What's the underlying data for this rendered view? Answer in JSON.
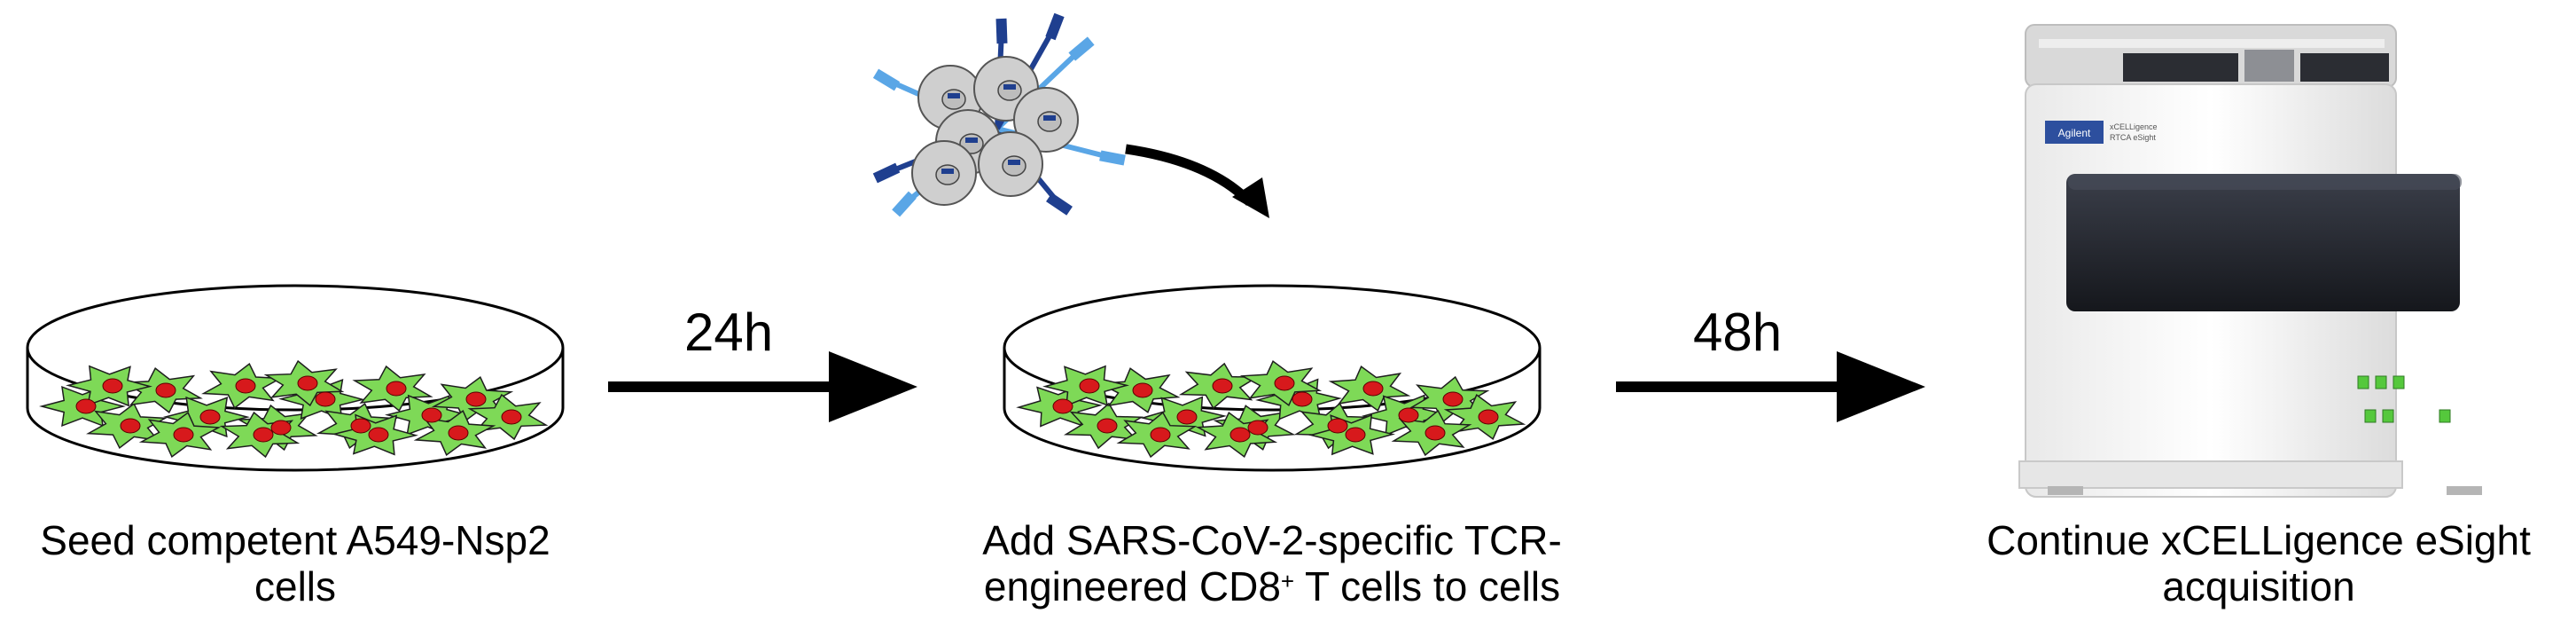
{
  "steps": [
    {
      "line1": "Seed competent A549-Nsp2",
      "line2": "cells"
    },
    {
      "line1": "Add SARS-CoV-2-specific TCR-",
      "line2_a": "engineered CD8",
      "line2_sup": "+",
      "line2_b": " T cells to cells"
    },
    {
      "line1": "Continue xCELLigence eSight",
      "line2": "acquisition"
    }
  ],
  "arrows": [
    {
      "label": "24h"
    },
    {
      "label": "48h"
    }
  ],
  "instrument": {
    "badge": "Agilent",
    "model_line1": "xCELLigence",
    "model_line2": "RTCA eSight"
  },
  "colors": {
    "cell_green": "#7ed957",
    "nucleus_red": "#d7191c",
    "tcell_gray": "#cfcfcf",
    "tcr_dark": "#1f3f8f",
    "tcr_light": "#5aa6e6",
    "indicator_green": "#55c83c"
  }
}
